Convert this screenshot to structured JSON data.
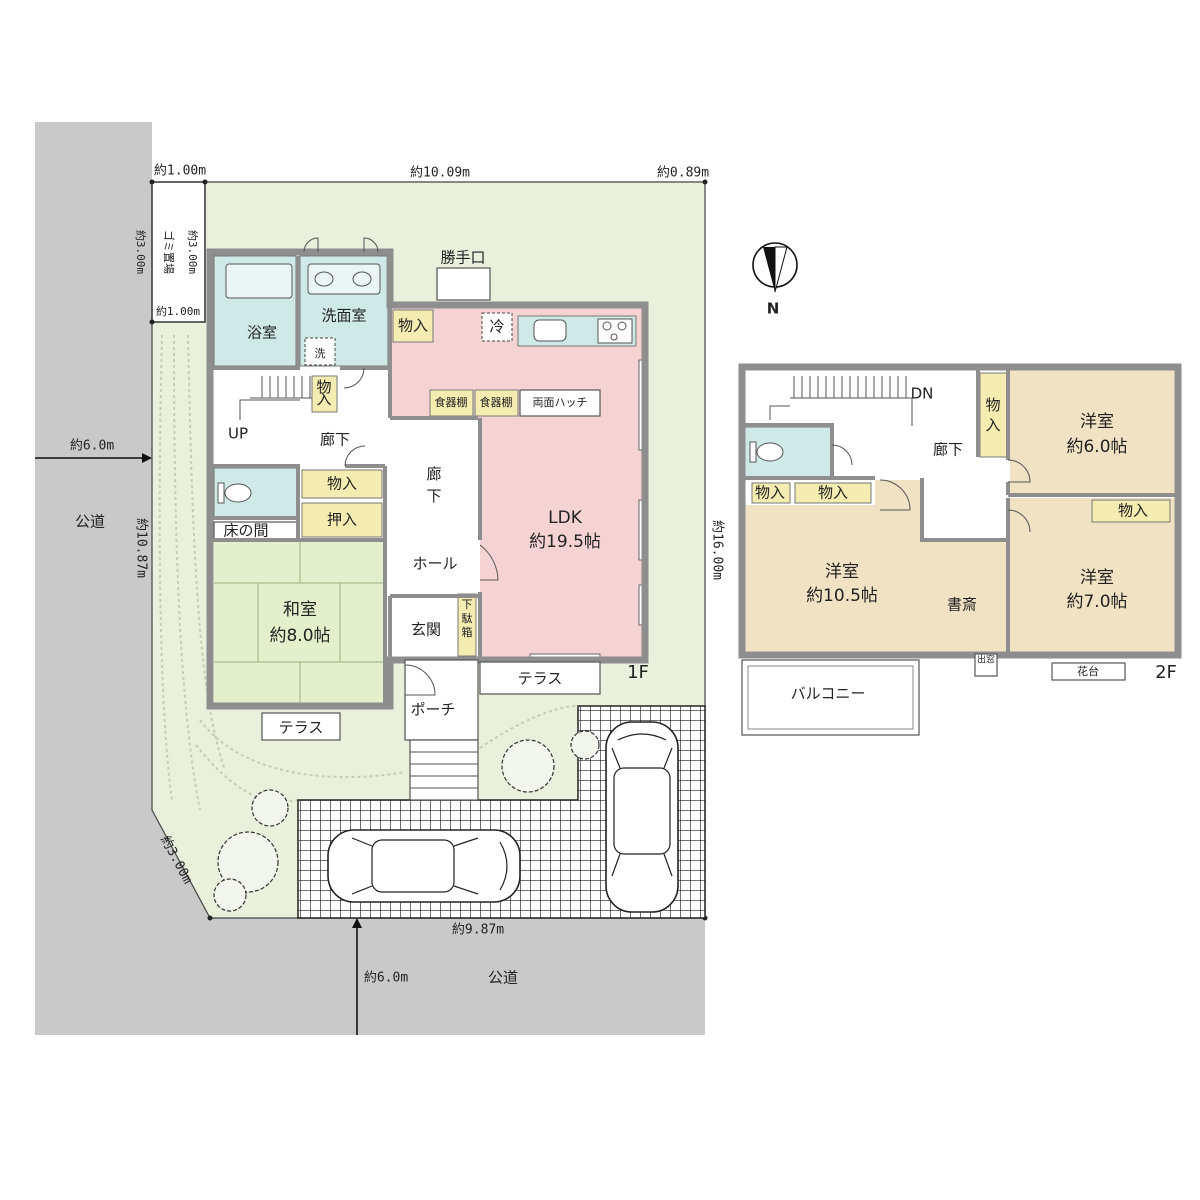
{
  "site": {
    "dim_top_left": "約1.00m",
    "dim_top": "約10.09m",
    "dim_top_right": "約0.89m",
    "dim_left": "約10.87m",
    "dim_right": "約16.00m",
    "dim_corner": "約3.00m",
    "dim_bottom": "約9.87m",
    "garbage_area": {
      "label": "ゴミ置場",
      "dim_left": "約3.00m",
      "dim_right": "約3.00m",
      "dim_bottom": "約1.00m"
    },
    "road_left": {
      "dimension": "約6.0m",
      "label": "公道"
    },
    "road_bottom": {
      "dimension": "約6.0m",
      "label": "公道"
    },
    "compass_north": "N"
  },
  "floor1": {
    "label": "1F",
    "bath": "浴室",
    "washroom": "洗面室",
    "washer": "洗",
    "service_door": "勝手口",
    "storage_kitchen": "物入",
    "fridge": "冷",
    "cupboard_1": "食器棚",
    "cupboard_2": "食器棚",
    "hatch": "両面ハッチ",
    "storage_stair": "物入",
    "stairs_up": "UP",
    "corridor_h": "廊下",
    "corridor_v": "廊下",
    "storage_hall": "物入",
    "closet": "押入",
    "tokonoma": "床の間",
    "washitsu": {
      "name": "和室",
      "size": "約8.0帖"
    },
    "ldk": {
      "name": "LDK",
      "size": "約19.5帖"
    },
    "hall": "ホール",
    "entrance": "玄関",
    "shoe_box": "下駄箱",
    "terrace_ldk": "テラス",
    "terrace_washitsu": "テラス",
    "porch": "ポーチ"
  },
  "floor2": {
    "label": "2F",
    "stairs_down": "DN",
    "corridor": "廊下",
    "storage_hall": "物入",
    "western_room_a": {
      "name": "洋室",
      "size": "約6.0帖"
    },
    "storage_a": "物入",
    "storage_b": "物入",
    "storage_c": "物入",
    "western_room_b": {
      "name": "洋室",
      "size": "約10.5帖"
    },
    "study": "書斎",
    "western_room_c": {
      "name": "洋室",
      "size": "約7.0帖"
    },
    "bay_window": "出窓",
    "flower_stand": "花台",
    "balcony": "バルコニー"
  },
  "colors": {
    "road": "#c9c9c9",
    "garden": "#e9f0dc",
    "ldk": "#f6d3d3",
    "wet_area": "#cfe9e6",
    "storage": "#f5ecb1",
    "western_room": "#f1e2c4",
    "japanese_room": "#e4efcb",
    "wall": "#8e8e8e"
  }
}
